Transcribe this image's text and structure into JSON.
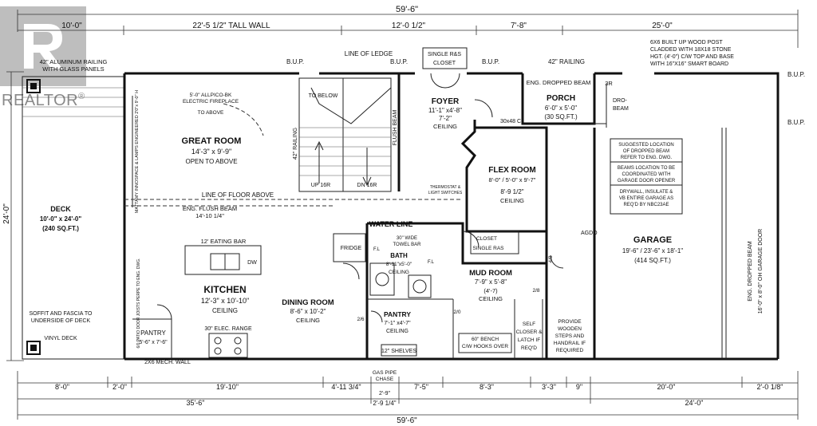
{
  "brand": {
    "name": "REALTOR",
    "mark": "®"
  },
  "dims_top": {
    "overall": "59'-6\"",
    "segments": [
      "10'-0\"",
      "22'-5 1/2\" TALL WALL",
      "12'-0 1/2\"",
      "7'-8\"",
      "25'-0\""
    ]
  },
  "dims_bottom": {
    "row1": [
      "8'-0\"",
      "2'-0\"",
      "19'-10\"",
      "4'-11 3/4\"",
      "7'-5\"",
      "8'-3\"",
      "3'-3\"",
      "9\"",
      "20'-0\"",
      "2'-0 1/8\""
    ],
    "row2": [
      "35'-6\"",
      "2'-9 1/4\"",
      "24'-0\""
    ],
    "overall": "59'-6\"",
    "chase_label": "GAS PIPE CHASE",
    "chase_dim": "2'-9\""
  },
  "dim_side": "24'-0\"",
  "bup": "B.U.P.",
  "notes": {
    "railing_glass": "42\" ALUMINUM RAILING WITH GLASS PANELS",
    "line_of_ledge": "LINE OF LEDGE",
    "railing_42": "42\" RAILING",
    "post": "6X6 BUILT UP WOOD POST CLADDED WITH 18X18 STONE HGT. (4'-0\") C/W TOP AND BASE WITH 16\"X16\" SMART BOARD",
    "eng_dropped_beam": "ENG. DROPPED BEAM",
    "dro_beam": "DRO- BEAM",
    "three_r": "3R",
    "fireplace": "5'-0\" ALLPICO-BK ELECTRIC FIREPLACE",
    "to_above": "TO ABOVE",
    "to_below": "TO BELOW",
    "railing_vert": "42\" RAILING",
    "flush_beam": "FLUSH BEAM",
    "up": "UP 16R",
    "dn": "DN 16R",
    "line_floor_above": "LINE OF FLOOR ABOVE",
    "eng_flush_beam": "ENG. FLUSH BEAM",
    "eng_flush_dim": "14'-10 1/4\"",
    "eating_bar": "12' EATING BAR",
    "dw": "DW",
    "water_line": "WATER LINE",
    "fridge": "FRIDGE",
    "fl": "F.L",
    "towel_bar": "30\" WIDE TOWEL BAR",
    "range": "30\" ELEC. RANGE",
    "mech_wall": "2X6 MECH. WALL",
    "shelves": "12\" SHELVES",
    "bench": "60\" BENCH C/W HOOKS OVER",
    "self_closer": "SELF CLOSER & LATCH IF REQ'D",
    "steps": "PROVIDE WOODEN STEPS AND HANDRAIL IF REQUIRED",
    "soffit": "SOFFIT AND FASCIA TO UNDERSIDE OF DECK",
    "vinyl": "VINYL DECK",
    "thermostat": "THERMOSTAT & LIGHT SWITCHES",
    "agdo": "AGDO",
    "closet": "CLOSET",
    "single_ras": "SINGLE RAS",
    "single_rs": "SINGLE R&S",
    "window_30x48": "30x48 C",
    "d_2_0": "2/0",
    "d_2_8": "2/8",
    "d_2_6": "2/6",
    "d_4_8": "4/8",
    "garage_box": [
      "SUGGESTED LOCATION",
      "OF DROPPED BEAM",
      "REFER TO ENG. DWG.",
      "BEAMS LOCATION TO BE",
      "COORDINATED WITH",
      "GARAGE DOOR OPENER",
      "DRYWALL, INSULATE &",
      "VB ENTIRE GARAGE AS",
      "REQ'D BY NBC23AE"
    ],
    "oh_door": "ENG. DROPPED BEAM",
    "oh_door2": "16'-0\" x 8'-0\" OH GARAGE DOOR",
    "patio_door": "6/0 PATIO DOOR JOISTS PERPE TO ENG. DWG.",
    "wall_note": "MATTAMY INNOSPACE & LAMPS ENGINEERED 2'0\"x 9'-0\" H"
  },
  "rooms": {
    "great": {
      "name": "GREAT ROOM",
      "size": "14'-3\" x 9'-9\"",
      "note": "OPEN TO ABOVE"
    },
    "foyer": {
      "name": "FOYER",
      "size": "11'-1\" x4'-8\"",
      "size2": "7'-2\"",
      "note": "CEILING"
    },
    "porch": {
      "name": "PORCH",
      "size": "6'-0\" x 5'-0\"",
      "note": "(30 SQ.FT.)"
    },
    "flex": {
      "name": "FLEX ROOM",
      "size": "8'-0\" / 5'-0\" x 9'-7\"",
      "size2": "8'-9 1/2\"",
      "note": "CEILING"
    },
    "garage": {
      "name": "GARAGE",
      "size": "19'-6\" / 23'-6\" x 18'-1\"",
      "note": "(414 SQ.FT.)"
    },
    "deck": {
      "name": "DECK",
      "size": "10'-0\" x 24'-0\"",
      "note": "(240 SQ.FT.)"
    },
    "kitchen": {
      "name": "KITCHEN",
      "size": "12'-3\" x 10'-10\"",
      "note": "CEILING"
    },
    "dining": {
      "name": "DINING ROOM",
      "size": "8'-6\" x 10'-2\"",
      "note": "CEILING"
    },
    "bath": {
      "name": "BATH",
      "size": "8'-11\"x5'-0\"",
      "note": "CEILING"
    },
    "mud": {
      "name": "MUD ROOM",
      "size": "7'-9\" x 5'-8\"",
      "size2": "(4'-7)",
      "note": "CEILING"
    },
    "pantry_small": {
      "name": "PANTRY",
      "size": "7'-1\" x4'-7\"",
      "note": "CEILING"
    },
    "pantry_k": {
      "name": "PANTRY",
      "size": "5'-6\" x 7'-6\""
    }
  }
}
